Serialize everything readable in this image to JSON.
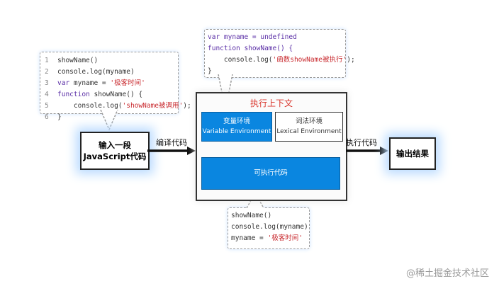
{
  "compile_code": {
    "lines": [
      {
        "num": "1",
        "parts": [
          {
            "t": "showName()",
            "c": "plain"
          }
        ]
      },
      {
        "num": "2",
        "parts": [
          {
            "t": "console.log(myname)",
            "c": "plain"
          }
        ]
      },
      {
        "num": "3",
        "parts": [
          {
            "t": "var",
            "c": "kw"
          },
          {
            "t": " myname = ",
            "c": "plain"
          },
          {
            "t": "'极客时间'",
            "c": "str"
          }
        ]
      },
      {
        "num": "4",
        "parts": [
          {
            "t": "function",
            "c": "kw"
          },
          {
            "t": " showName() {",
            "c": "plain"
          }
        ]
      },
      {
        "num": "5",
        "parts": [
          {
            "t": "    console.log(",
            "c": "plain"
          },
          {
            "t": "'showName被调用'",
            "c": "str"
          },
          {
            "t": ");",
            "c": "plain"
          }
        ]
      },
      {
        "num": "6",
        "parts": [
          {
            "t": "}",
            "c": "plain"
          }
        ]
      }
    ]
  },
  "variable_env_code": {
    "lines": [
      [
        {
          "t": "var",
          "c": "kw"
        },
        {
          "t": " myname = undefined",
          "c": "kw"
        }
      ],
      [
        {
          "t": "function",
          "c": "kw"
        },
        {
          "t": " showName() {",
          "c": "kw"
        }
      ],
      [
        {
          "t": "    console.log(",
          "c": "plain"
        },
        {
          "t": "'函数showName被执行'",
          "c": "str"
        },
        {
          "t": ");",
          "c": "plain"
        }
      ],
      [
        {
          "t": "}",
          "c": "plain"
        }
      ]
    ]
  },
  "executable_code": {
    "lines": [
      [
        {
          "t": "showName()",
          "c": "plain"
        }
      ],
      [
        {
          "t": "console.log(myname)",
          "c": "plain"
        }
      ],
      [
        {
          "t": "myname = ",
          "c": "plain"
        },
        {
          "t": "'极客时间'",
          "c": "str"
        }
      ]
    ]
  },
  "input_box": {
    "line1": "输入一段",
    "line2": "JavaScript代码"
  },
  "compile_label": "编译代码",
  "exec_context": {
    "title": "执行上下文",
    "var_env_cn": "变量环境",
    "var_env_en": "Variable Environment",
    "lex_env_cn": "词法环境",
    "lex_env_en": "Lexical Environment",
    "exec_code": "可执行代码"
  },
  "execute_label": "执行代码",
  "output_box": "输出结果",
  "watermark": "@稀土掘金技术社区",
  "colors": {
    "accent_blue": "#0a86e0",
    "title_red": "#d9352b",
    "keyword": "#5a2ea6",
    "string": "#c8282d"
  }
}
